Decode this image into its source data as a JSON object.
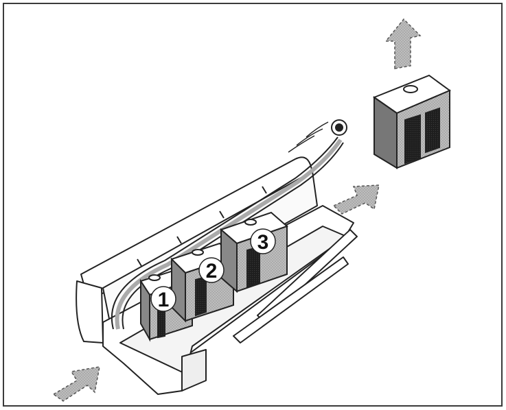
{
  "figure": {
    "description_labels": {
      "filter_1": "1",
      "filter_2": "2",
      "filter_3": "3"
    },
    "arrow_color": "#a8a8a8",
    "icons": [
      "airflow-arrow-icon",
      "filter-cartridge-icon"
    ]
  }
}
